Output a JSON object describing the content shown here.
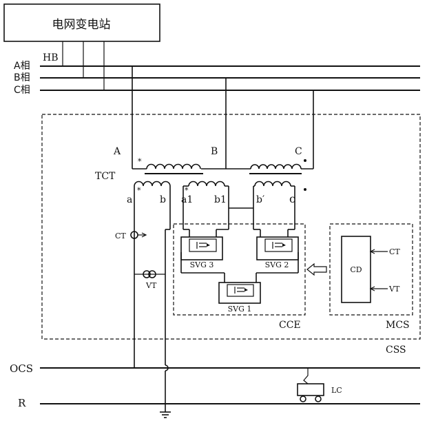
{
  "substation": {
    "label": "电网变电站"
  },
  "bus": {
    "hb": "HB",
    "phase_a": "A相",
    "phase_b": "B相",
    "phase_c": "C相",
    "ocs": "OCS",
    "rail": "R"
  },
  "transformer": {
    "primary_a": "A",
    "primary_b": "B",
    "primary_c": "C",
    "name": "TCT",
    "sec_a": "a",
    "sec_b": "b",
    "sec_a1": "a1",
    "sec_b1": "b1",
    "sec_b_prime": "b′",
    "sec_c": "c",
    "star": "*"
  },
  "sensors": {
    "ct": "CT",
    "vt": "VT"
  },
  "converters": {
    "svg1": "SVG 1",
    "svg2": "SVG 2",
    "svg3": "SVG 3"
  },
  "blocks": {
    "cce": "CCE",
    "mcs": "MCS",
    "css": "CSS",
    "cd": "CD",
    "ct_in": "CT",
    "vt_in": "VT"
  },
  "locomotive": {
    "label": "LC"
  }
}
